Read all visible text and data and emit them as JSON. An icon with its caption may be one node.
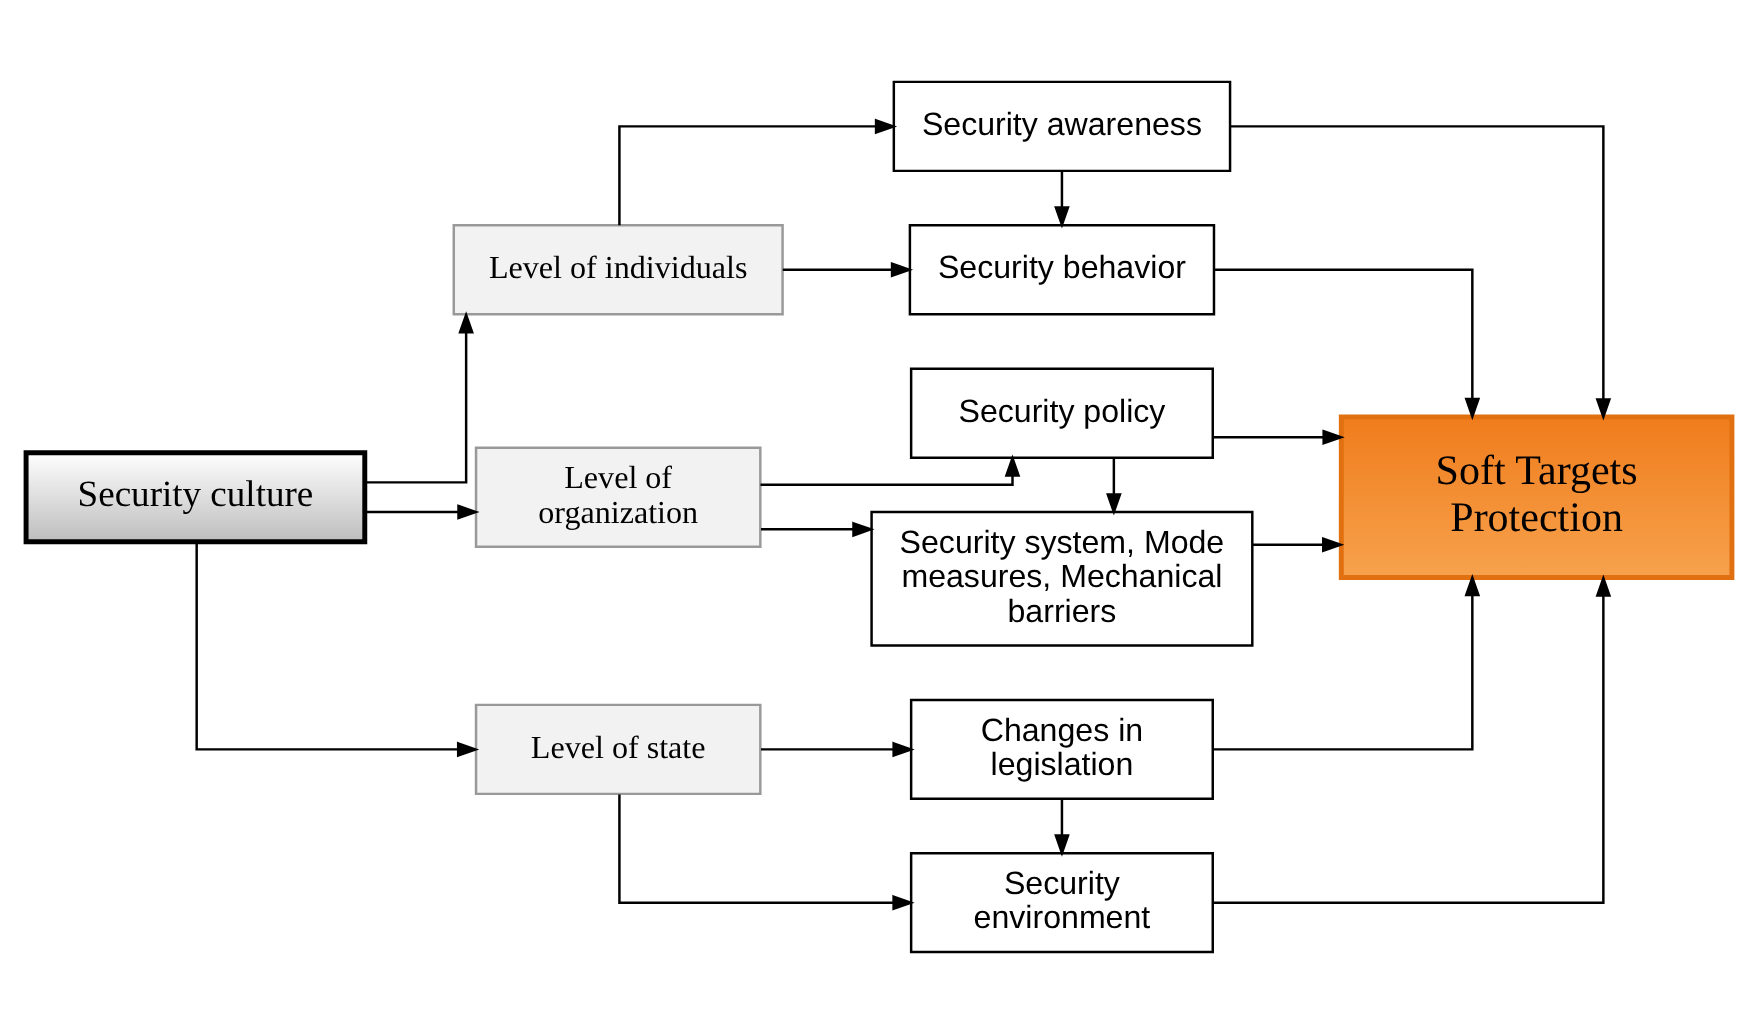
{
  "diagram": {
    "nodes": [
      {
        "text": [
          "Security culture"
        ]
      },
      {
        "text": [
          "Level of individuals"
        ]
      },
      {
        "text": [
          "Level of organization"
        ]
      },
      {
        "text": [
          "Level of state"
        ]
      },
      {
        "text": [
          "Security awareness"
        ]
      },
      {
        "text": [
          "Security behavior"
        ]
      },
      {
        "text": [
          "Security policy"
        ]
      },
      {
        "text": [
          "Security system, Mode measures, Mechanical barriers"
        ]
      },
      {
        "text": [
          "Changes in legislation"
        ]
      },
      {
        "text": [
          "Security environment"
        ]
      },
      {
        "text": [
          "Soft Targets Protection"
        ]
      }
    ],
    "edges": [
      {
        "from": 0,
        "to": 1,
        "arrow": "to"
      },
      {
        "from": 0,
        "to": 2,
        "arrow": "to"
      },
      {
        "from": 0,
        "to": 3,
        "arrow": "to"
      },
      {
        "from": 1,
        "to": 4,
        "arrow": "to"
      },
      {
        "from": 1,
        "to": 5,
        "arrow": "to"
      },
      {
        "from": 4,
        "to": 5,
        "arrow": "to"
      },
      {
        "from": 2,
        "to": 6,
        "arrow": "to"
      },
      {
        "from": 2,
        "to": 7,
        "arrow": "to"
      },
      {
        "from": 6,
        "to": 7,
        "arrow": "to"
      },
      {
        "from": 3,
        "to": 8,
        "arrow": "to"
      },
      {
        "from": 3,
        "to": 9,
        "arrow": "to"
      },
      {
        "from": 8,
        "to": 9,
        "arrow": "to"
      },
      {
        "from": 4,
        "to": 10,
        "arrow": "to"
      },
      {
        "from": 5,
        "to": 10,
        "arrow": "to"
      },
      {
        "from": 6,
        "to": 10,
        "arrow": "to"
      },
      {
        "from": 7,
        "to": 10,
        "arrow": "to"
      },
      {
        "from": 8,
        "to": 10,
        "arrow": "to"
      },
      {
        "from": 9,
        "to": 10,
        "arrow": "to"
      }
    ]
  }
}
